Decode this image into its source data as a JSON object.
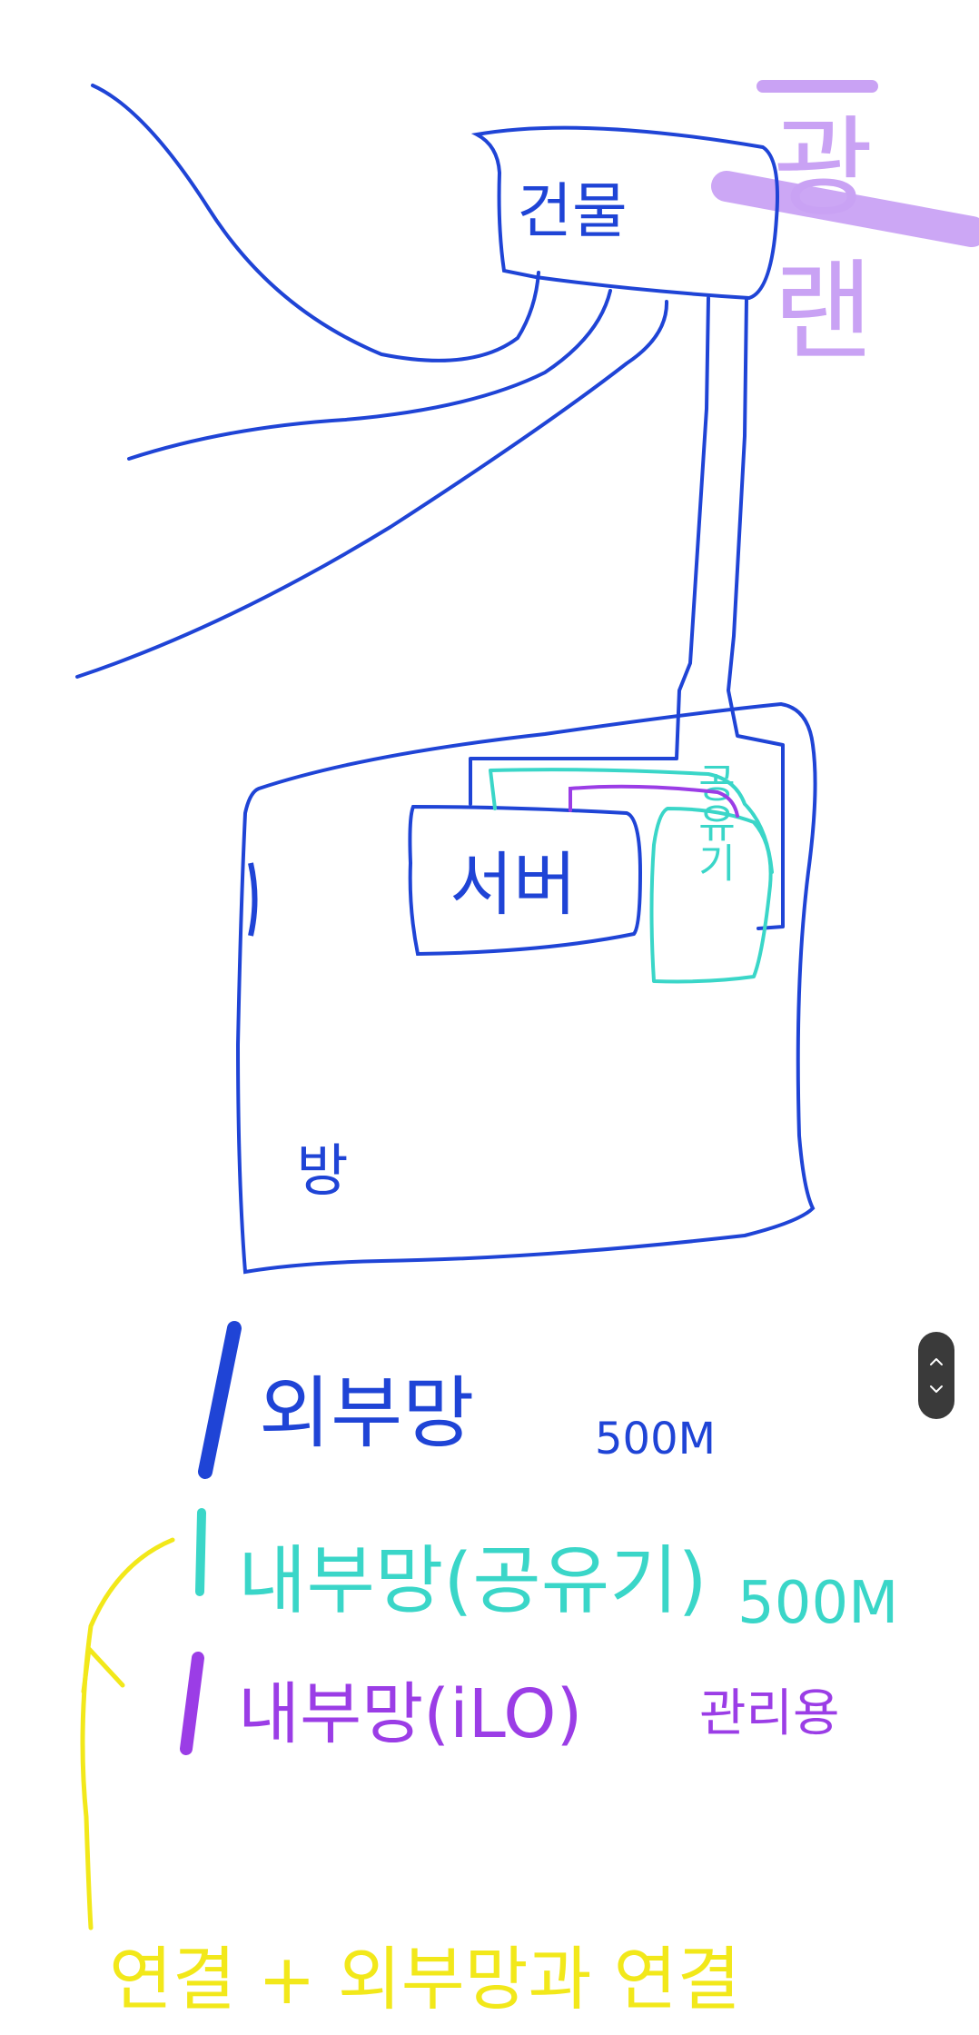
{
  "diagram": {
    "title_top": "광 랜",
    "building_label": "건물",
    "room_label": "방",
    "server_label": "서버",
    "router_label": "공유기"
  },
  "legend": {
    "items": [
      {
        "label": "외부망",
        "suffix": "500M",
        "color": "#1f44d6"
      },
      {
        "label": "내부망(공유기)",
        "suffix": "500M",
        "color": "#3ad6c8"
      },
      {
        "label": "내부망(iLO)",
        "suffix": "관리용",
        "color": "#9b3de6"
      }
    ],
    "footnote": "연결 + 외부망과 연결",
    "footnote_color": "#f2e81a"
  },
  "colors": {
    "blue": "#1f44d6",
    "cyan": "#3ad6c8",
    "purple": "#9b3de6",
    "lavender": "#c9a2f4",
    "yellow": "#f2e81a"
  },
  "scroll_widget": {
    "up_icon": "chevron-up-icon",
    "down_icon": "chevron-down-icon"
  }
}
